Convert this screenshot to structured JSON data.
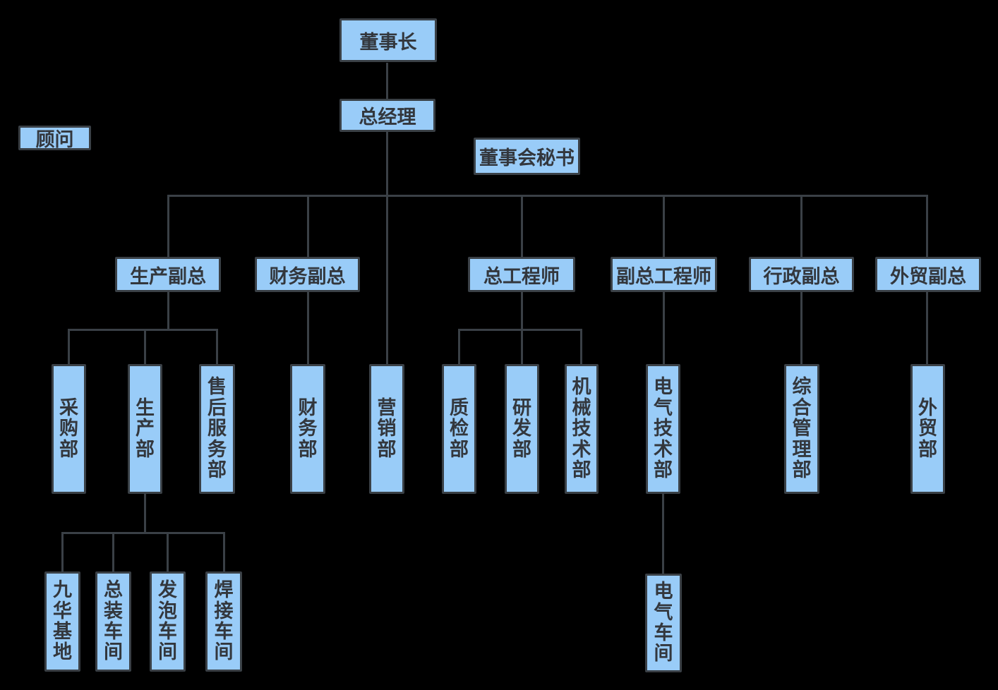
{
  "diagram": {
    "type": "org-chart",
    "background": "#000000",
    "node_fill": "#99CCF8",
    "node_border": "#3A4046",
    "node_text_color": "#33373D",
    "connector_color": "#3A4046"
  },
  "nodes": {
    "chairman": {
      "label": "董事长"
    },
    "general_manager": {
      "label": "总经理"
    },
    "advisor": {
      "label": "顾问"
    },
    "board_secretary": {
      "label": "董事会秘书"
    },
    "vp_production": {
      "label": "生产副总"
    },
    "vp_finance": {
      "label": "财务副总"
    },
    "chief_engineer": {
      "label": "总工程师"
    },
    "deputy_chief_engineer": {
      "label": "副总工程师"
    },
    "vp_admin": {
      "label": "行政副总"
    },
    "vp_foreign_trade": {
      "label": "外贸副总"
    },
    "purchasing_dept": {
      "label": "采购部"
    },
    "production_dept": {
      "label": "生产部"
    },
    "after_sales_dept": {
      "label": "售后服务部"
    },
    "finance_dept": {
      "label": "财务部"
    },
    "marketing_dept": {
      "label": "营销部"
    },
    "quality_dept": {
      "label": "质检部"
    },
    "rd_dept": {
      "label": "研发部"
    },
    "mech_tech_dept": {
      "label": "机械技术部"
    },
    "elec_tech_dept": {
      "label": "电气技术部"
    },
    "general_mgmt_dept": {
      "label": "综合管理部"
    },
    "foreign_trade_dept": {
      "label": "外贸部"
    },
    "jiuhua_base": {
      "label": "九华基地"
    },
    "assembly_workshop": {
      "label": "总装车间"
    },
    "foaming_workshop": {
      "label": "发泡车间"
    },
    "welding_workshop": {
      "label": "焊接车间"
    },
    "electrical_workshop": {
      "label": "电气车间"
    }
  },
  "edges": [
    [
      "chairman",
      "general_manager"
    ],
    [
      "general_manager",
      "vp_production"
    ],
    [
      "general_manager",
      "vp_finance"
    ],
    [
      "general_manager",
      "marketing_dept"
    ],
    [
      "general_manager",
      "chief_engineer"
    ],
    [
      "general_manager",
      "deputy_chief_engineer"
    ],
    [
      "general_manager",
      "vp_admin"
    ],
    [
      "general_manager",
      "vp_foreign_trade"
    ],
    [
      "vp_production",
      "purchasing_dept"
    ],
    [
      "vp_production",
      "production_dept"
    ],
    [
      "vp_production",
      "after_sales_dept"
    ],
    [
      "vp_finance",
      "finance_dept"
    ],
    [
      "chief_engineer",
      "quality_dept"
    ],
    [
      "chief_engineer",
      "rd_dept"
    ],
    [
      "chief_engineer",
      "mech_tech_dept"
    ],
    [
      "deputy_chief_engineer",
      "elec_tech_dept"
    ],
    [
      "vp_admin",
      "general_mgmt_dept"
    ],
    [
      "vp_foreign_trade",
      "foreign_trade_dept"
    ],
    [
      "production_dept",
      "jiuhua_base"
    ],
    [
      "production_dept",
      "assembly_workshop"
    ],
    [
      "production_dept",
      "foaming_workshop"
    ],
    [
      "production_dept",
      "welding_workshop"
    ],
    [
      "elec_tech_dept",
      "electrical_workshop"
    ]
  ]
}
